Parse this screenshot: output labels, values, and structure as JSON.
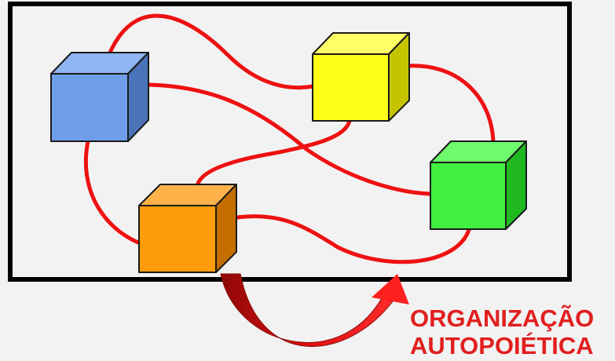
{
  "caption": {
    "line1": "ORGANIZAÇÃO",
    "line2": "AUTOPOIÉTICA"
  },
  "colors": {
    "background": "#f2f2f2",
    "frame": "#000000",
    "connection": "#ee1111",
    "arrow": "#e01010",
    "caption": "#e11f1f",
    "cube_blue": "#6f9ee8",
    "cube_yellow": "#ffff1a",
    "cube_green": "#3ff03f",
    "cube_orange": "#ff9c0a"
  },
  "nodes": [
    {
      "id": "blue",
      "color_name": "blue"
    },
    {
      "id": "yellow",
      "color_name": "yellow"
    },
    {
      "id": "green",
      "color_name": "green"
    },
    {
      "id": "orange",
      "color_name": "orange"
    }
  ],
  "connections": [
    [
      "blue",
      "yellow"
    ],
    [
      "blue",
      "green"
    ],
    [
      "blue",
      "orange"
    ],
    [
      "yellow",
      "green"
    ],
    [
      "yellow",
      "orange"
    ],
    [
      "orange",
      "green"
    ]
  ]
}
